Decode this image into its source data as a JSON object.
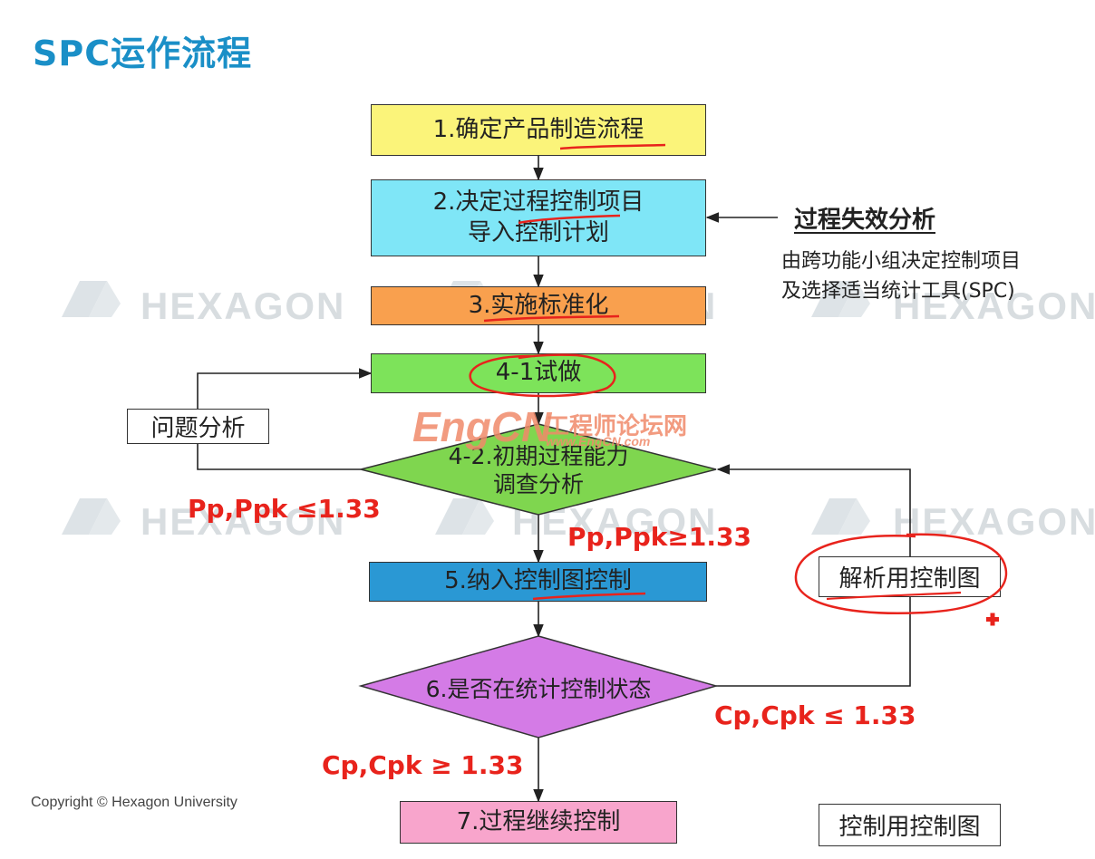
{
  "title": "SPC运作流程",
  "watermark": {
    "brand": "HEXAGON"
  },
  "steps": {
    "s1": "1.确定产品制造流程",
    "s2_line1": "2.决定过程控制项目",
    "s2_line2": "导入控制计划",
    "s3": "3.实施标准化",
    "s4_1": "4-1试做",
    "s4_2_line1": "4-2.初期过程能力",
    "s4_2_line2": "调查分析",
    "s5": "5.纳入控制图控制",
    "s6": "6.是否在统计控制状态",
    "s7": "7.过程继续控制"
  },
  "side": {
    "process_failure_title": "过程失效分析",
    "process_failure_desc_line1": "由跨功能小组决定控制项目",
    "process_failure_desc_line2": "及选择适当统计工具(SPC)",
    "problem_analysis": "问题分析",
    "analysis_chart": "解析用控制图",
    "control_chart": "控制用控制图"
  },
  "conditions": {
    "pp_low": "Pp,Ppk ≤1.33",
    "pp_high": "Pp,Ppk≥1.33",
    "cp_low": "Cp,Cpk ≤  1.33",
    "cp_high": "Cp,Cpk ≥  1.33"
  },
  "forum_watermark": {
    "brand": "EngCN",
    "cn": "工程师论坛网",
    "url": "www.EngCN.com"
  },
  "copyright": "Copyright © Hexagon University",
  "colors": {
    "title": "#1a8fc7",
    "step1": "#fbf47a",
    "step2": "#7fe6f7",
    "step3": "#f9a04e",
    "step4_1": "#7de35a",
    "step4_2": "#7fd64f",
    "step5": "#2a98d4",
    "step6": "#d47be6",
    "step7": "#f8a5cc",
    "condition_red": "#e8231c",
    "annotation_red": "#e8231c"
  }
}
